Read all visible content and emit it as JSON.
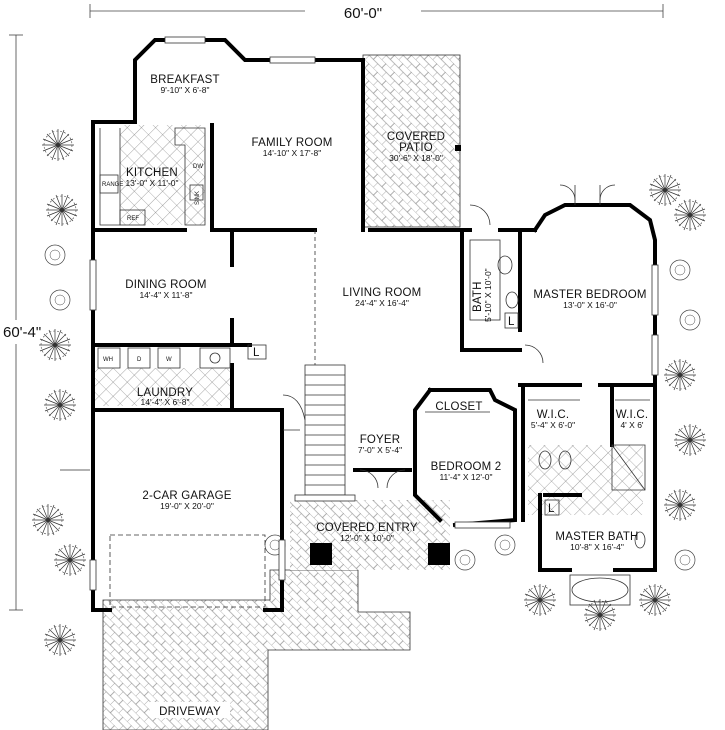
{
  "dimensions": {
    "width": "60'-0\"",
    "depth": "60'-4\""
  },
  "rooms": [
    {
      "id": "breakfast",
      "name": "BREAKFAST",
      "size": "9'-10\" X 6'-8\""
    },
    {
      "id": "kitchen",
      "name": "KITCHEN",
      "size": "13'-0\" X 11'-0\""
    },
    {
      "id": "family-room",
      "name": "FAMILY ROOM",
      "size": "14'-10\" X 17'-8\""
    },
    {
      "id": "covered-patio",
      "name": "COVERED",
      "name2": "PATIO",
      "size": "30'-6\" X 18'-0\""
    },
    {
      "id": "dining-room",
      "name": "DINING ROOM",
      "size": "14'-4\" X 11'-8\""
    },
    {
      "id": "living-room",
      "name": "LIVING ROOM",
      "size": "24'-4\" X 16'-4\""
    },
    {
      "id": "bath",
      "name": "BATH",
      "size": "5'-10\" X 10'-0\""
    },
    {
      "id": "master-bedroom",
      "name": "MASTER BEDROOM",
      "size": "13'-0\" X 16'-0\""
    },
    {
      "id": "laundry",
      "name": "LAUNDRY",
      "size": "14'-4\" X 6'-8\""
    },
    {
      "id": "closet",
      "name": "CLOSET",
      "size": ""
    },
    {
      "id": "wic-1",
      "name": "W.I.C.",
      "size": "5'-4\" X 6'-0\""
    },
    {
      "id": "wic-2",
      "name": "W.I.C.",
      "size": "4' X 6'"
    },
    {
      "id": "foyer",
      "name": "FOYER",
      "size": "7'-0\" X 5'-4\""
    },
    {
      "id": "bedroom-2",
      "name": "BEDROOM 2",
      "size": "11'-4\" X 12'-0\""
    },
    {
      "id": "garage",
      "name": "2-CAR GARAGE",
      "size": "19'-0\" X 20'-0\""
    },
    {
      "id": "covered-entry",
      "name": "COVERED ENTRY",
      "size": "12'-0\" X 10'-0\""
    },
    {
      "id": "master-bath",
      "name": "MASTER BATH",
      "size": "10'-8\" X 16'-4\""
    },
    {
      "id": "driveway",
      "name": "DRIVEWAY",
      "size": ""
    }
  ],
  "fixtures": {
    "range": "RANGE",
    "ref": "REF",
    "dw": "DW",
    "sink": "SINK",
    "wh": "WH",
    "d": "D",
    "w": "W",
    "linen": "L"
  }
}
